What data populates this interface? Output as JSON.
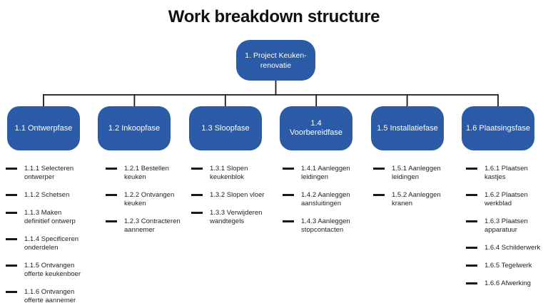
{
  "title": "Work breakdown structure",
  "root": {
    "label": "1. Project Keuken-renovatie"
  },
  "colors": {
    "box_blue": "#2b5ba6",
    "connector_line": "#1a1a1a",
    "item_text": "#242424",
    "box_text": "#ffffff",
    "background": "#ffffff"
  },
  "phases": [
    {
      "label": "1.1 Ontwerpfase",
      "items": [
        "1.1.1 Selecteren ontwerper",
        "1.1.2 Schetsen",
        "1.1.3 Maken definitief ontwerp",
        "1.1.4 Specificeren onderdelen",
        "1.1.5 Ontvangen offerte keukenboer",
        "1.1.6 Ontvangen offerte aannemer"
      ]
    },
    {
      "label": "1.2 Inkoopfase",
      "items": [
        "1.2.1 Bestellen keuken",
        "1.2.2 Ontvangen keuken",
        "1.2.3 Contracteren aannemer"
      ]
    },
    {
      "label": "1.3 Sloopfase",
      "items": [
        "1.3.1 Slopen keukenblok",
        "1.3.2 Slopen vloer",
        "1.3.3 Verwijderen wandtegels"
      ]
    },
    {
      "label": "1.4 Voorbereidfase",
      "items": [
        "1.4.1 Aanleggen leidingen",
        "1.4.2 Aanleggen aansluitingen",
        "1.4.3 Aanleggen stopcontacten"
      ]
    },
    {
      "label": "1.5 Installatiefase",
      "items": [
        "1.5.1 Aanleggen leidingen",
        "1.5.2 Aanleggen kranen"
      ]
    },
    {
      "label": "1.6 Plaatsingsfase",
      "items": [
        "1.6.1 Plaatsen kastjes",
        "1.6.2 Plaatsen werkblad",
        "1.6.3 Plaatsen apparatuur",
        "1.6.4 Schilderwerk",
        "1.6.5 Tegelwerk",
        "1.6.6 Afwerking"
      ]
    }
  ]
}
